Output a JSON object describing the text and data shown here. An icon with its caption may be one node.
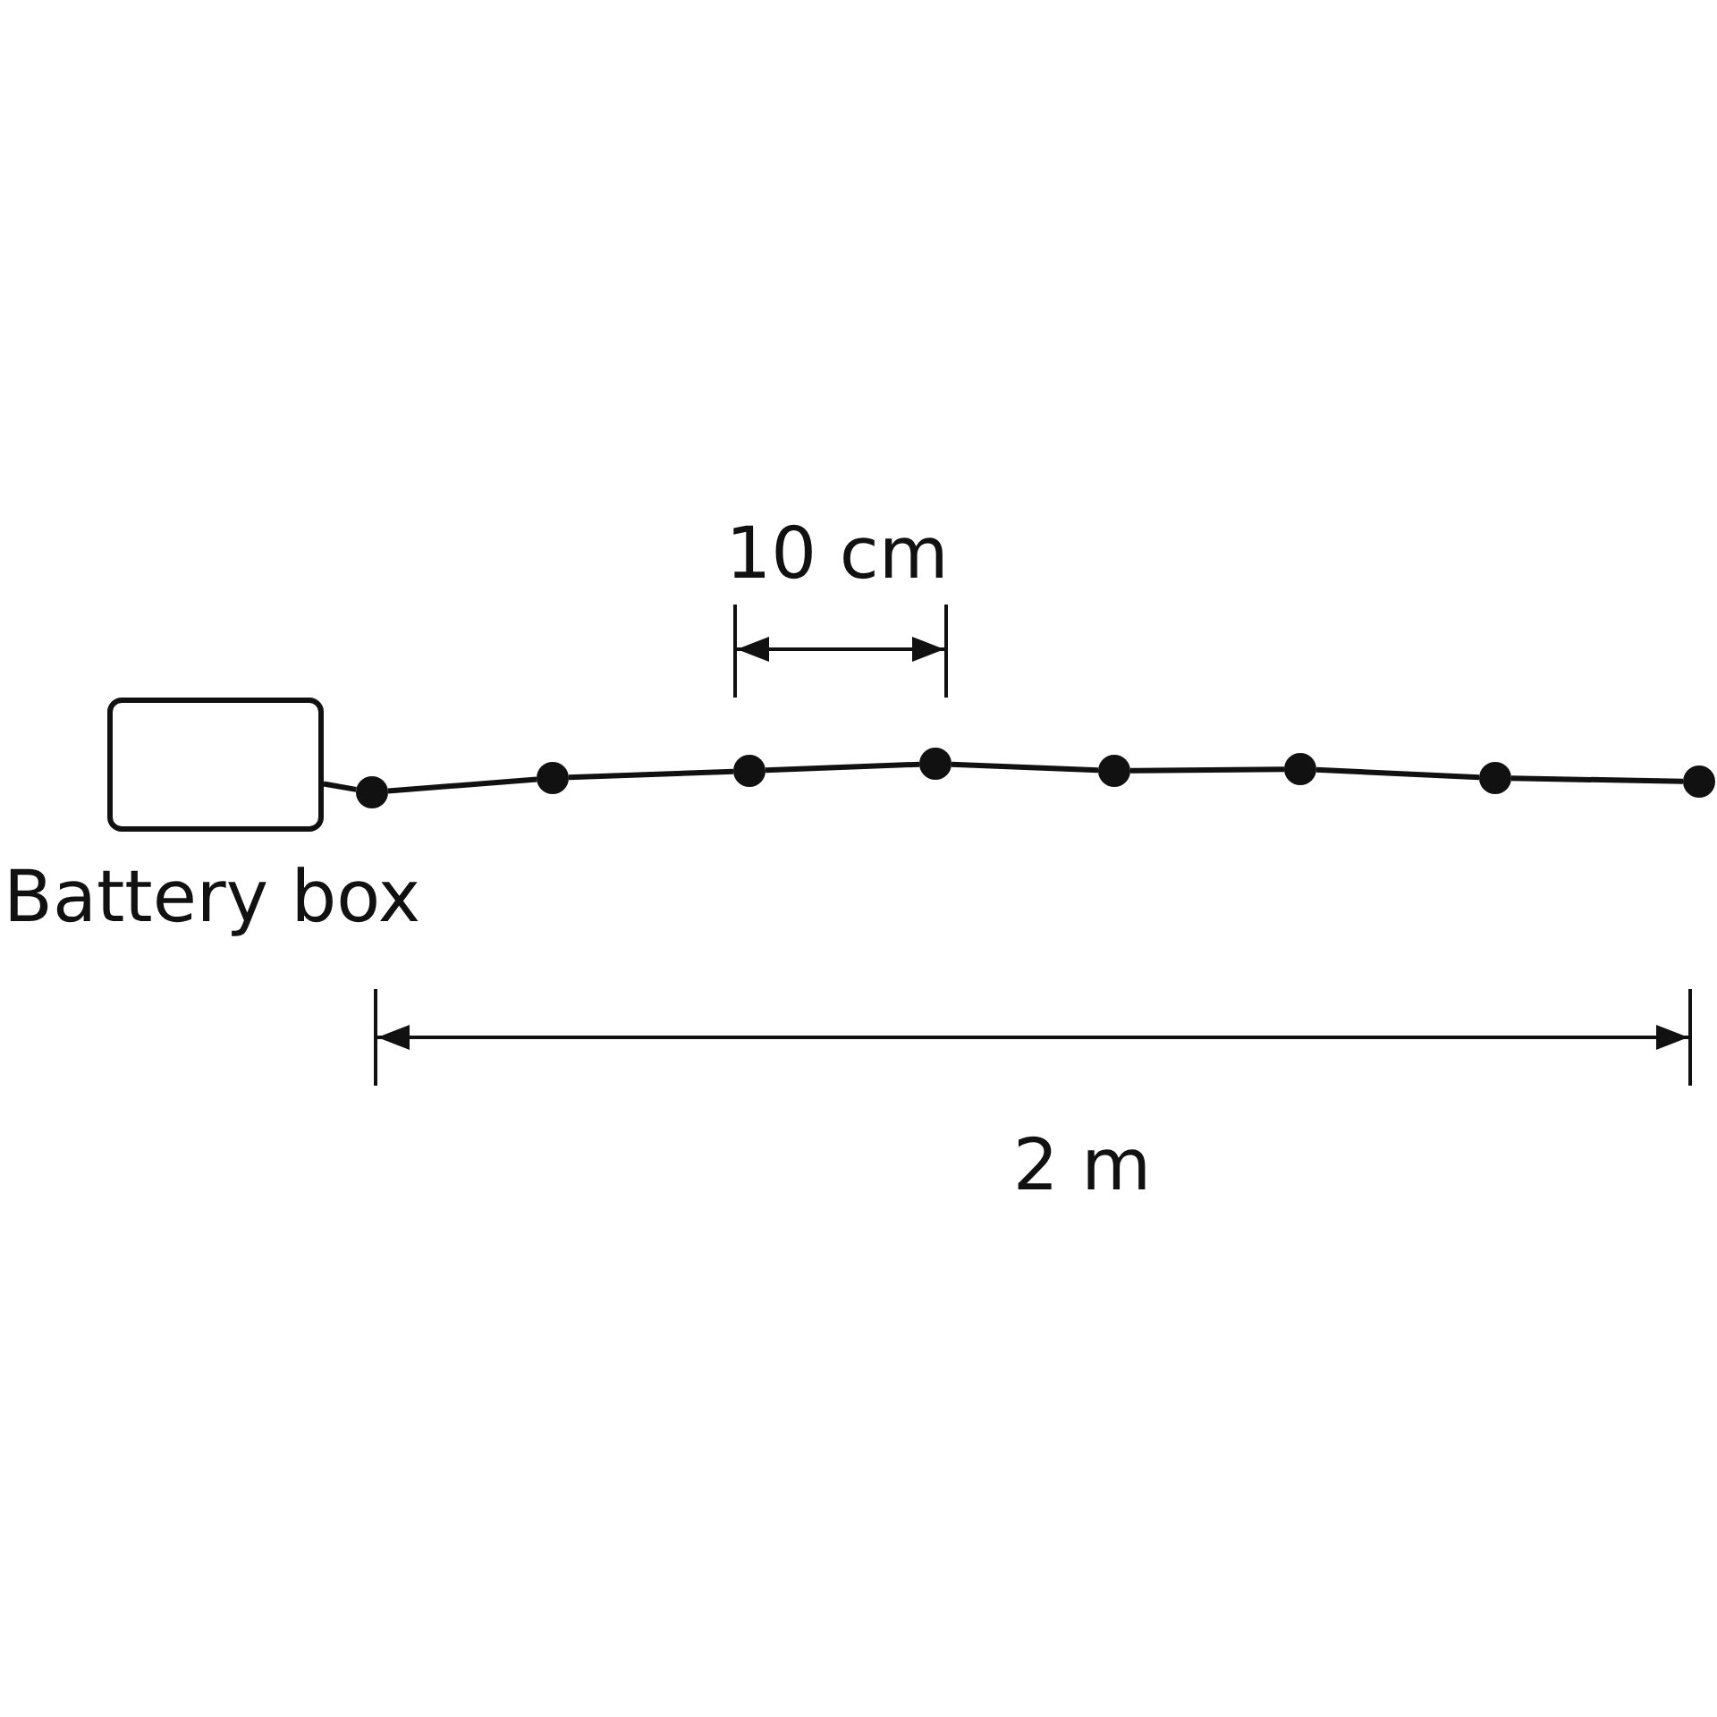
{
  "diagram": {
    "nodes": [
      {
        "text": [
          "Battery box"
        ]
      },
      {
        "text": [],
        "shape": "circle"
      },
      {
        "text": [],
        "shape": "circle"
      },
      {
        "text": [],
        "shape": "circle"
      },
      {
        "text": [],
        "shape": "circle"
      },
      {
        "text": [],
        "shape": "circle"
      },
      {
        "text": [],
        "shape": "circle"
      },
      {
        "text": [],
        "shape": "circle"
      },
      {
        "text": [],
        "shape": "circle"
      }
    ],
    "edges": [
      {
        "from": 0,
        "to": 1,
        "arrow": "none"
      },
      {
        "from": 1,
        "to": 2,
        "arrow": "none"
      },
      {
        "from": 2,
        "to": 3,
        "arrow": "none"
      },
      {
        "from": 3,
        "to": 4,
        "arrow": "none"
      },
      {
        "from": 4,
        "to": 5,
        "arrow": "none"
      },
      {
        "from": 5,
        "to": 6,
        "arrow": "none"
      },
      {
        "from": 6,
        "to": 7,
        "arrow": "none"
      },
      {
        "from": 7,
        "to": 8,
        "arrow": "none"
      }
    ],
    "labels": [
      "10 cm",
      "2 m"
    ]
  }
}
